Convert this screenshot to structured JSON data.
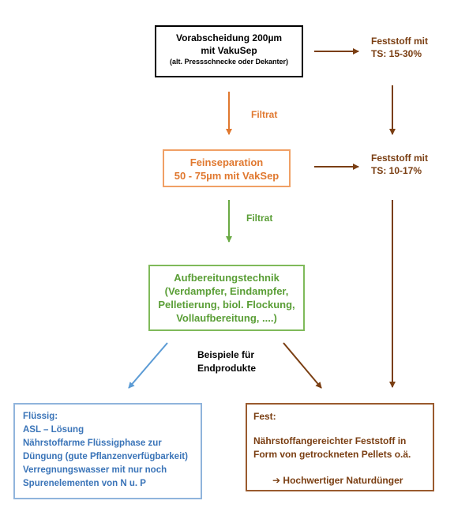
{
  "box1": {
    "line1": "Vorabscheidung 200µm",
    "line2": "mit VakuSep",
    "line3": "(alt. Pressschnecke oder Dekanter)"
  },
  "solid1": {
    "line1": "Feststoff mit",
    "line2": "TS: 15-30%"
  },
  "filtrat1": "Filtrat",
  "box2": {
    "line1": "Feinseparation",
    "line2": "50 - 75µm mit VakSep"
  },
  "solid2": {
    "line1": "Feststoff mit",
    "line2": "TS: 10-17%"
  },
  "filtrat2": "Filtrat",
  "box3": {
    "line1": "Aufbereitungstechnik",
    "line2": "(Verdampfer, Eindampfer,",
    "line3": "Pelletierung, biol. Flockung,",
    "line4": "Vollaufbereitung, ....)"
  },
  "examples": {
    "line1": "Beispiele für",
    "line2": "Endprodukte"
  },
  "liquid": {
    "title": "Flüssig:",
    "lines": [
      "ASL – Lösung",
      "Nährstoffarme Flüssigphase zur",
      "Düngung (gute Pflanzenverfügbarkeit)",
      "Verregnungswasser mit nur noch",
      "Spurenelementen  von N u. P"
    ]
  },
  "solid_final": {
    "title": "Fest:",
    "line1": "Nährstoffangereichter Feststoff in",
    "line2": "Form von getrockneten Pellets o.ä.",
    "arrow": "➔",
    "result": "Hochwertiger Naturdünger"
  },
  "colors": {
    "black": "#000000",
    "orange": "#e0782f",
    "green": "#5a9e36",
    "blue": "#3a74b8",
    "brown": "#7a3e12"
  }
}
